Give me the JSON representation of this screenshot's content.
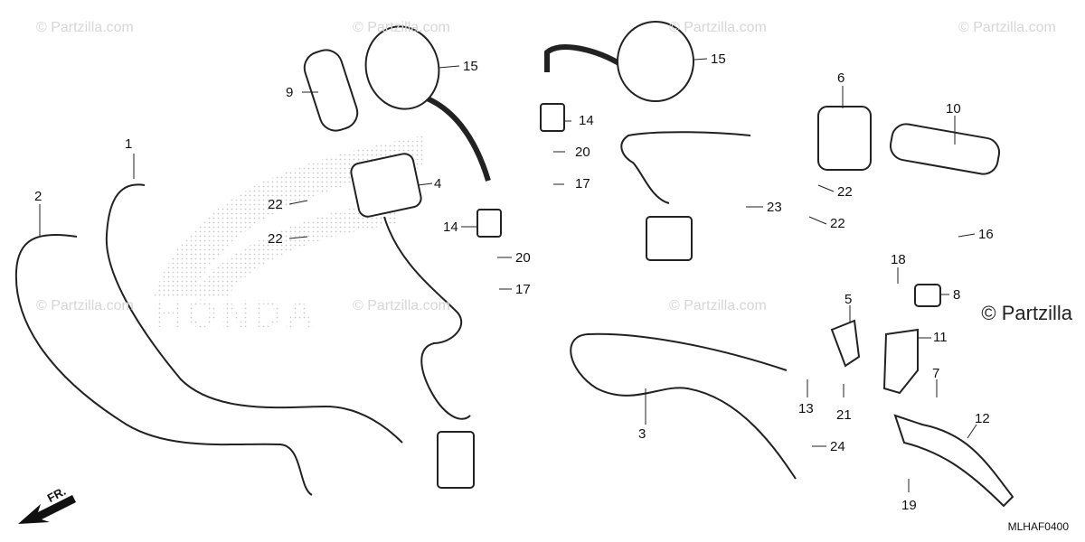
{
  "callouts": [
    "1",
    "2",
    "3",
    "4",
    "5",
    "6",
    "7",
    "8",
    "9",
    "10",
    "11",
    "12",
    "13",
    "14",
    "14",
    "15",
    "15",
    "16",
    "17",
    "17",
    "18",
    "19",
    "20",
    "20",
    "21",
    "22",
    "22",
    "22",
    "22",
    "23",
    "24"
  ],
  "watermark": "© Partzilla.com",
  "brand": "© Partzilla",
  "diagram_code": "MLHAF0400",
  "fr_label": "FR.",
  "logo_text": "HONDA"
}
